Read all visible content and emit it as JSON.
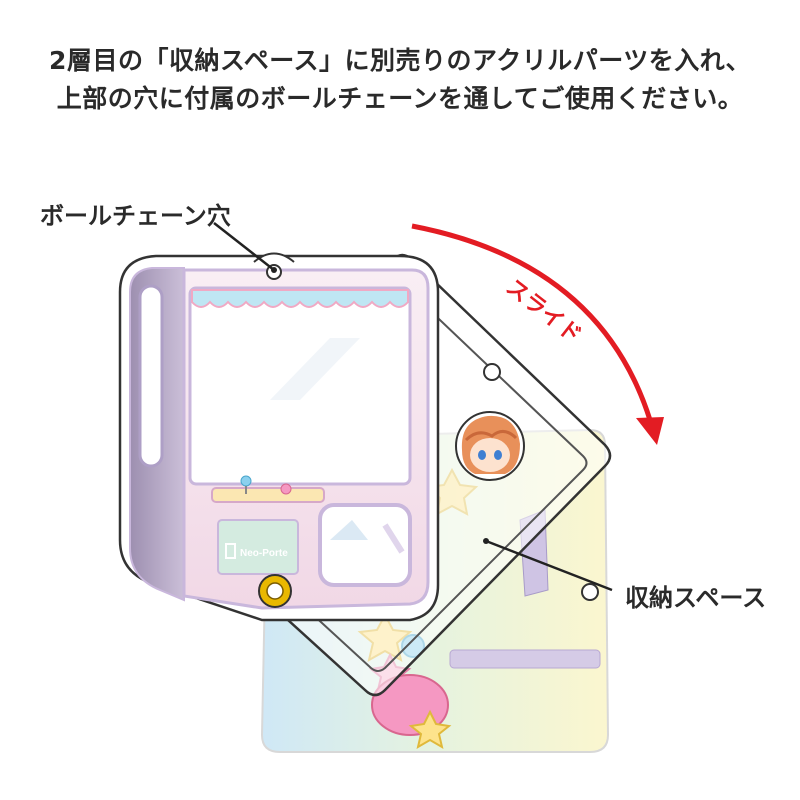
{
  "instructions": {
    "line1": "2層目の「収納スペース」に別売りのアクリルパーツを入れ、",
    "line2": "上部の穴に付属のボールチェーンを通してご使用ください。"
  },
  "labels": {
    "ball_chain_hole": "ボールチェーン穴",
    "slide": "スライド",
    "storage_space": "収納スペース"
  },
  "brand": {
    "name": "Neo-Porte"
  },
  "colors": {
    "accent_red": "#e31c23",
    "outline_lavender": "#c9b7dc",
    "front_pink": "#f4dce8",
    "side_purple": "#9c90b0",
    "awning_blue": "#bfe6f3",
    "panel_green": "#d4ebe0",
    "ring_gold": "#d9a800"
  }
}
